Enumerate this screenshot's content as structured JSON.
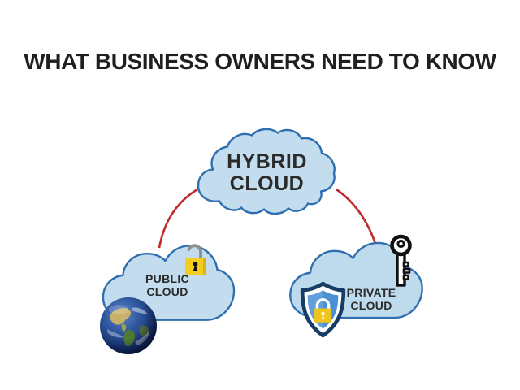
{
  "title": "WHAT BUSINESS OWNERS NEED TO KNOW",
  "diagram": {
    "hybrid_cloud": {
      "line1": "HYBRID",
      "line2": "CLOUD"
    },
    "public_cloud": {
      "line1": "PUBLIC",
      "line2": "CLOUD",
      "icons": [
        "open-padlock-icon",
        "earth-globe-icon"
      ]
    },
    "private_cloud": {
      "line1": "PRIVATE",
      "line2": "CLOUD",
      "icons": [
        "key-icon",
        "shield-lock-icon"
      ]
    },
    "connectors": [
      "hybrid-to-public",
      "hybrid-to-private"
    ]
  },
  "colors": {
    "background": "#ffffff",
    "cloud_fill": "#c3ddee",
    "cloud_stroke": "#2f6fb0",
    "connector_red": "#bf2a2e",
    "padlock_gold": "#f2cd1d",
    "shackle_gray": "#8d9091",
    "shield_navy": "#173d66",
    "shield_blue": "#4a90d4",
    "title_text": "#1f1f1f",
    "label_text": "#2b2b2b"
  }
}
